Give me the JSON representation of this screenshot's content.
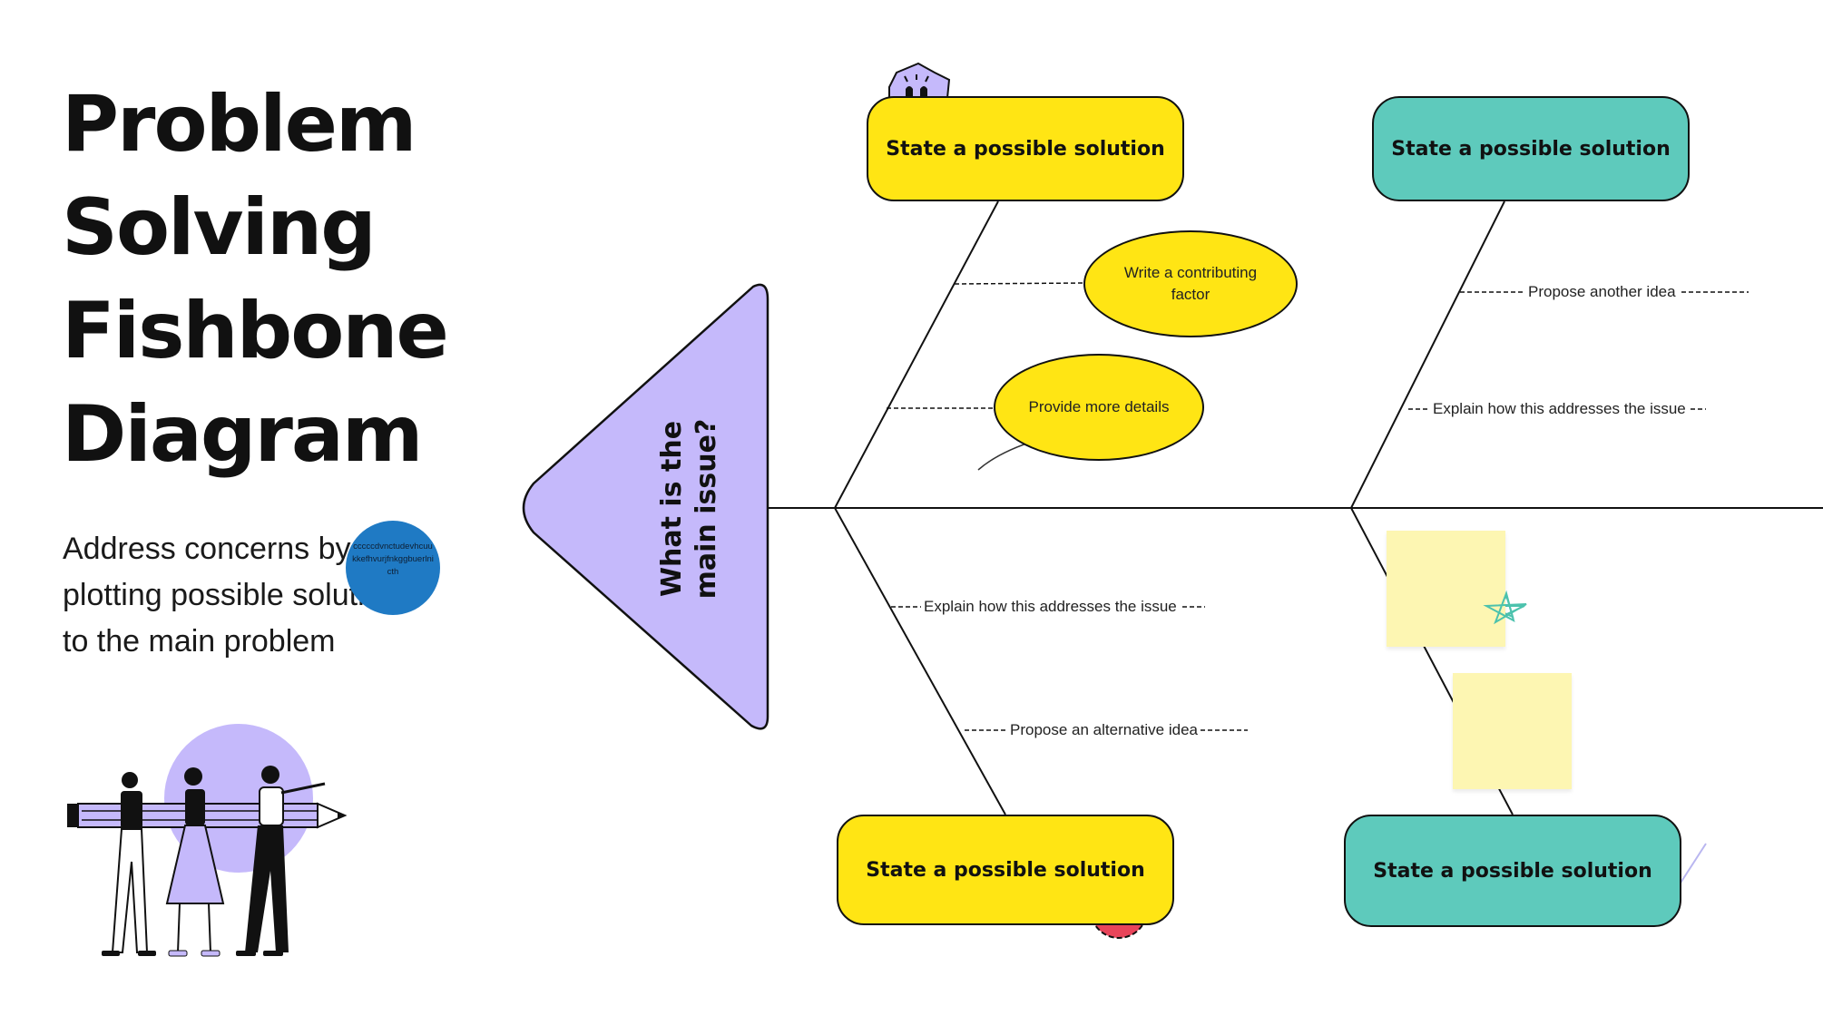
{
  "title": {
    "line1": "Problem",
    "line2": "Solving",
    "line3": "Fishbone",
    "line4": "Diagram"
  },
  "subtitle": {
    "line1": "Address concerns by",
    "line2": "plotting possible solutions",
    "line3": "to the main problem"
  },
  "cursor_bubble": {
    "text": "cccccdvnctudevhcuukkefhvurjfnkggbuerlnicth",
    "color": "#1f7ac4"
  },
  "fishbone": {
    "head": {
      "line1": "What is the",
      "line2": "main issue?",
      "color": "#c5b9fb"
    },
    "solutions": {
      "top_left": "State a possible solution",
      "top_right": "State a possible solution",
      "bottom_left": "State a possible solution",
      "bottom_right": "State a possible solution"
    },
    "factors": {
      "contributing_line1": "Write a contributing",
      "contributing_line2": "factor",
      "more_details": "Provide more details"
    },
    "branch_labels": {
      "propose_another": "Propose another idea",
      "explain_top": "Explain how this addresses the issue",
      "explain_bottom": "Explain how this addresses the issue",
      "propose_alternative": "Propose an alternative idea"
    },
    "colors": {
      "yellow": "#ffe514",
      "teal": "#5ecabc",
      "purple": "#c5b9fb",
      "sticky": "#fdf6b2",
      "heart_badge": "#e8455a"
    }
  },
  "icons": {
    "raised_hands_sticker": "raised-hands-icon",
    "heart_sticker": "heart-icon",
    "star_doodle": "star-icon",
    "check_doodle": "check-icon",
    "arrow_doodle": "arrow-icon",
    "illustration": "people-carrying-pencil-illustration"
  }
}
